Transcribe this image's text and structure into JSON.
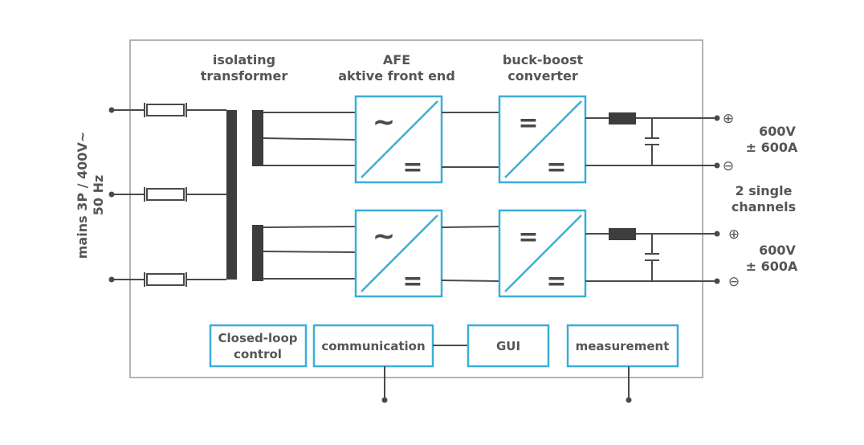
{
  "labels": {
    "transformer_line1": "isolating",
    "transformer_line2": "transformer",
    "afe_line1": "AFE",
    "afe_line2": "aktive front end",
    "converter_line1": "buck-boost",
    "converter_line2": "converter",
    "mains_line1": "mains 3P / 400V~",
    "mains_line2": "50 Hz",
    "output1_line1": "600V",
    "output1_line2": "± 600A",
    "channels_line1": "2 single",
    "channels_line2": "channels",
    "output2_line1": "600V",
    "output2_line2": "± 600A"
  },
  "blocks": {
    "control_line1": "Closed-loop",
    "control_line2": "control",
    "communication": "communication",
    "gui": "GUI",
    "measurement": "measurement"
  },
  "symbols": {
    "ac": "~",
    "dc": "=",
    "plus": "⊕",
    "minus": "⊖"
  },
  "colors": {
    "accent_blue": "#3aaed8",
    "wire": "#4a4a4a",
    "text": "#555555"
  }
}
